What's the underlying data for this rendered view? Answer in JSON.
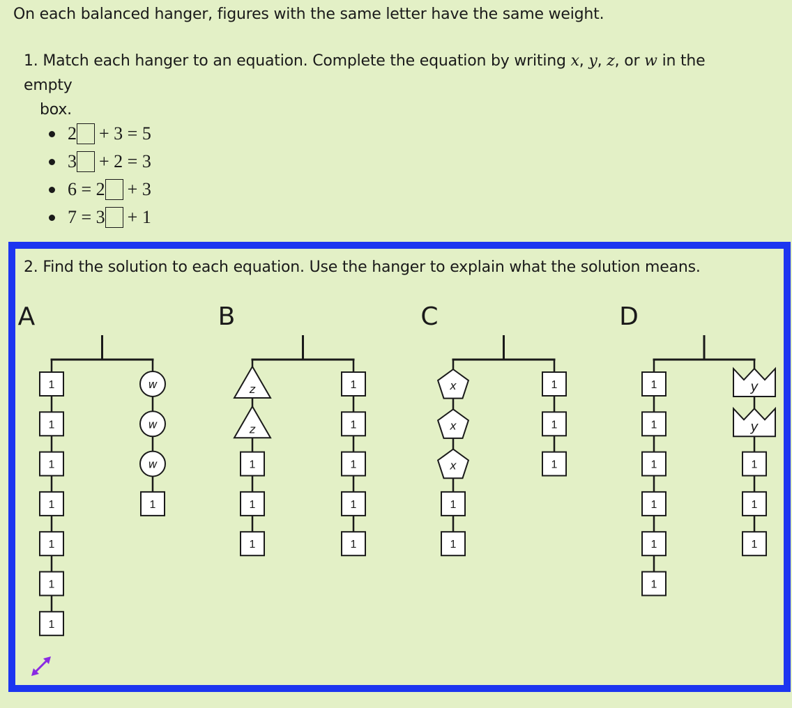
{
  "intro": "On each balanced hanger, figures with the same letter have the same weight.",
  "question1": {
    "number": "1.",
    "text_before": "Match each hanger to an equation. Complete the equation by writing",
    "var1": "x",
    "comma1": ",",
    "var2": "y",
    "comma2": ",",
    "var3": "z",
    "comma3": ", or",
    "var4": "w",
    "text_after": "in the empty",
    "text_wrap": "box."
  },
  "equations": [
    {
      "before": "2",
      "after": "+ 3 = 5"
    },
    {
      "before": "3",
      "after": "+ 2 = 3"
    },
    {
      "before": "6 = 2",
      "after": "+ 3"
    },
    {
      "before": "7 = 3",
      "after": "+ 1"
    }
  ],
  "question2": {
    "text": "2. Find the solution to each equation. Use the hanger to explain what the solution means."
  },
  "colors": {
    "background": "#e3f0c6",
    "frame": "#1c35f0",
    "expand_icon": "#8a2be2"
  },
  "hangers": [
    {
      "label": "A",
      "left": [
        {
          "shape": "square",
          "text": "1"
        },
        {
          "shape": "square",
          "text": "1"
        },
        {
          "shape": "square",
          "text": "1"
        },
        {
          "shape": "square",
          "text": "1"
        },
        {
          "shape": "square",
          "text": "1"
        },
        {
          "shape": "square",
          "text": "1"
        },
        {
          "shape": "square",
          "text": "1"
        }
      ],
      "right": [
        {
          "shape": "circle",
          "text": "w"
        },
        {
          "shape": "circle",
          "text": "w"
        },
        {
          "shape": "circle",
          "text": "w"
        },
        {
          "shape": "square",
          "text": "1"
        }
      ]
    },
    {
      "label": "B",
      "left": [
        {
          "shape": "triangle",
          "text": "z"
        },
        {
          "shape": "triangle",
          "text": "z"
        },
        {
          "shape": "square",
          "text": "1"
        },
        {
          "shape": "square",
          "text": "1"
        },
        {
          "shape": "square",
          "text": "1"
        }
      ],
      "right": [
        {
          "shape": "square",
          "text": "1"
        },
        {
          "shape": "square",
          "text": "1"
        },
        {
          "shape": "square",
          "text": "1"
        },
        {
          "shape": "square",
          "text": "1"
        },
        {
          "shape": "square",
          "text": "1"
        }
      ]
    },
    {
      "label": "C",
      "left": [
        {
          "shape": "pentagon",
          "text": "x"
        },
        {
          "shape": "pentagon",
          "text": "x"
        },
        {
          "shape": "pentagon",
          "text": "x"
        },
        {
          "shape": "square",
          "text": "1"
        },
        {
          "shape": "square",
          "text": "1"
        }
      ],
      "right": [
        {
          "shape": "square",
          "text": "1"
        },
        {
          "shape": "square",
          "text": "1"
        },
        {
          "shape": "square",
          "text": "1"
        }
      ]
    },
    {
      "label": "D",
      "left": [
        {
          "shape": "square",
          "text": "1"
        },
        {
          "shape": "square",
          "text": "1"
        },
        {
          "shape": "square",
          "text": "1"
        },
        {
          "shape": "square",
          "text": "1"
        },
        {
          "shape": "square",
          "text": "1"
        },
        {
          "shape": "square",
          "text": "1"
        }
      ],
      "right": [
        {
          "shape": "crown",
          "text": "y"
        },
        {
          "shape": "crown",
          "text": "y"
        },
        {
          "shape": "square",
          "text": "1"
        },
        {
          "shape": "square",
          "text": "1"
        },
        {
          "shape": "square",
          "text": "1"
        }
      ]
    }
  ]
}
